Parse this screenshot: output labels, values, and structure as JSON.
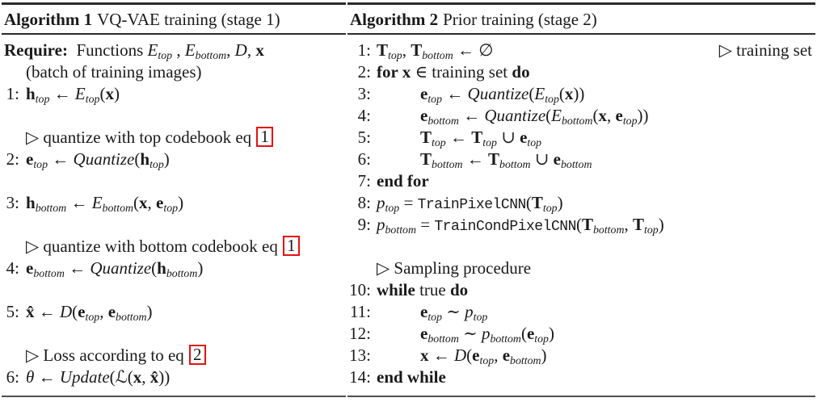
{
  "colors": {
    "text": "#1a1a1a",
    "rule_dark": "#2b2b2b",
    "rule_bottom": "#4f4f4f",
    "eqref_red": "#e11212"
  },
  "algorithms": [
    {
      "title_label": "Algorithm 1",
      "title_rest": "VQ-VAE training (stage 1)",
      "lines": [
        {
          "f": true,
          "s": [
            [
              "bf",
              "Require:"
            ],
            [
              "rm",
              "  Functions "
            ],
            [
              "it",
              "E"
            ],
            [
              "sub",
              "top"
            ],
            [
              "rm",
              " , "
            ],
            [
              "it",
              "E"
            ],
            [
              "sub",
              "bottom"
            ],
            [
              "rm",
              ", "
            ],
            [
              "it",
              "D"
            ],
            [
              "rm",
              ", "
            ],
            [
              "vec",
              "x"
            ]
          ]
        },
        {
          "f": true,
          "i": "b",
          "s": [
            [
              "rm",
              "(batch of training images)"
            ]
          ]
        },
        {
          "n": "1:",
          "s": [
            [
              "vec",
              "h"
            ],
            [
              "sub",
              "top"
            ],
            [
              "rm",
              " ← "
            ],
            [
              "it",
              "E"
            ],
            [
              "sub",
              "top"
            ],
            [
              "rm",
              "("
            ],
            [
              "vec",
              "x"
            ],
            [
              "rm",
              ")"
            ]
          ]
        },
        {
          "b": true
        },
        {
          "c": true,
          "s": [
            [
              "rm",
              "▷ quantize with top codebook eq "
            ],
            [
              "eqref",
              "1"
            ]
          ]
        },
        {
          "n": "2:",
          "s": [
            [
              "vec",
              "e"
            ],
            [
              "sub",
              "top"
            ],
            [
              "rm",
              " ← "
            ],
            [
              "it",
              "Quantize"
            ],
            [
              "rm",
              "("
            ],
            [
              "vec",
              "h"
            ],
            [
              "sub",
              "top"
            ],
            [
              "rm",
              ")"
            ]
          ]
        },
        {
          "b": true
        },
        {
          "n": "3:",
          "s": [
            [
              "vec",
              "h"
            ],
            [
              "sub",
              "bottom"
            ],
            [
              "rm",
              " ← "
            ],
            [
              "it",
              "E"
            ],
            [
              "sub",
              "bottom"
            ],
            [
              "rm",
              "("
            ],
            [
              "vec",
              "x"
            ],
            [
              "rm",
              ", "
            ],
            [
              "vec",
              "e"
            ],
            [
              "sub",
              "top"
            ],
            [
              "rm",
              ")"
            ]
          ]
        },
        {
          "b": true
        },
        {
          "c": true,
          "s": [
            [
              "rm",
              "▷ quantize with bottom codebook eq "
            ],
            [
              "eqref",
              "1"
            ]
          ]
        },
        {
          "n": "4:",
          "s": [
            [
              "vec",
              "e"
            ],
            [
              "sub",
              "bottom"
            ],
            [
              "rm",
              " ← "
            ],
            [
              "it",
              "Quantize"
            ],
            [
              "rm",
              "("
            ],
            [
              "vec",
              "h"
            ],
            [
              "sub",
              "bottom"
            ],
            [
              "rm",
              ")"
            ]
          ]
        },
        {
          "b": true
        },
        {
          "n": "5:",
          "s": [
            [
              "vec",
              "x̂"
            ],
            [
              "rm",
              " ← "
            ],
            [
              "it",
              "D"
            ],
            [
              "rm",
              "("
            ],
            [
              "vec",
              "e"
            ],
            [
              "sub",
              "top"
            ],
            [
              "rm",
              ", "
            ],
            [
              "vec",
              "e"
            ],
            [
              "sub",
              "bottom"
            ],
            [
              "rm",
              ")"
            ]
          ]
        },
        {
          "b": true
        },
        {
          "c": true,
          "s": [
            [
              "rm",
              "▷ Loss according to eq "
            ],
            [
              "eqref",
              "2"
            ]
          ]
        },
        {
          "n": "6:",
          "s": [
            [
              "it",
              "θ"
            ],
            [
              "rm",
              " ← "
            ],
            [
              "it",
              "Update"
            ],
            [
              "rm",
              "("
            ],
            [
              "cal",
              "ℒ"
            ],
            [
              "rm",
              "("
            ],
            [
              "vec",
              "x"
            ],
            [
              "rm",
              ", "
            ],
            [
              "vec",
              "x̂"
            ],
            [
              "rm",
              "))"
            ]
          ]
        }
      ]
    },
    {
      "title_label": "Algorithm 2",
      "title_rest": "Prior training (stage 2)",
      "lines": [
        {
          "n": "1:",
          "s": [
            [
              "vec",
              "T"
            ],
            [
              "sub",
              "top"
            ],
            [
              "rm",
              ", "
            ],
            [
              "vec",
              "T"
            ],
            [
              "sub",
              "bottom"
            ],
            [
              "rm",
              " ← ∅"
            ]
          ],
          "r": [
            [
              "rm",
              "▷ training set"
            ]
          ]
        },
        {
          "n": "2:",
          "s": [
            [
              "bf",
              "for "
            ],
            [
              "vec",
              "x"
            ],
            [
              "rm",
              " ∈ training set "
            ],
            [
              "bf",
              "do"
            ]
          ]
        },
        {
          "n": "3:",
          "i": "1",
          "s": [
            [
              "vec",
              "e"
            ],
            [
              "sub",
              "top"
            ],
            [
              "rm",
              " ← "
            ],
            [
              "it",
              "Quantize"
            ],
            [
              "rm",
              "("
            ],
            [
              "it",
              "E"
            ],
            [
              "sub",
              "top"
            ],
            [
              "rm",
              "("
            ],
            [
              "vec",
              "x"
            ],
            [
              "rm",
              "))"
            ]
          ]
        },
        {
          "n": "4:",
          "i": "1",
          "s": [
            [
              "vec",
              "e"
            ],
            [
              "sub",
              "bottom"
            ],
            [
              "rm",
              " ← "
            ],
            [
              "it",
              "Quantize"
            ],
            [
              "rm",
              "("
            ],
            [
              "it",
              "E"
            ],
            [
              "sub",
              "bottom"
            ],
            [
              "rm",
              "("
            ],
            [
              "vec",
              "x"
            ],
            [
              "rm",
              ", "
            ],
            [
              "vec",
              "e"
            ],
            [
              "sub",
              "top"
            ],
            [
              "rm",
              "))"
            ]
          ]
        },
        {
          "n": "5:",
          "i": "1",
          "s": [
            [
              "vec",
              "T"
            ],
            [
              "sub",
              "top"
            ],
            [
              "rm",
              " ← "
            ],
            [
              "vec",
              "T"
            ],
            [
              "sub",
              "top"
            ],
            [
              "rm",
              " ∪ "
            ],
            [
              "vec",
              "e"
            ],
            [
              "sub",
              "top"
            ]
          ]
        },
        {
          "n": "6:",
          "i": "1",
          "s": [
            [
              "vec",
              "T"
            ],
            [
              "sub",
              "bottom"
            ],
            [
              "rm",
              " ← "
            ],
            [
              "vec",
              "T"
            ],
            [
              "sub",
              "bottom"
            ],
            [
              "rm",
              " ∪ "
            ],
            [
              "vec",
              "e"
            ],
            [
              "sub",
              "bottom"
            ]
          ]
        },
        {
          "n": "7:",
          "s": [
            [
              "bf",
              "end for"
            ]
          ]
        },
        {
          "n": "8:",
          "s": [
            [
              "it",
              "p"
            ],
            [
              "sub",
              "top"
            ],
            [
              "rm",
              " = "
            ],
            [
              "tt",
              "TrainPixelCNN"
            ],
            [
              "rm",
              "("
            ],
            [
              "vec",
              "T"
            ],
            [
              "sub",
              "top"
            ],
            [
              "rm",
              ")"
            ]
          ]
        },
        {
          "n": "9:",
          "s": [
            [
              "it",
              "p"
            ],
            [
              "sub",
              "bottom"
            ],
            [
              "rm",
              " = "
            ],
            [
              "tt",
              "TrainCondPixelCNN"
            ],
            [
              "rm",
              "("
            ],
            [
              "vec",
              "T"
            ],
            [
              "sub",
              "bottom"
            ],
            [
              "rm",
              ", "
            ],
            [
              "vec",
              "T"
            ],
            [
              "sub",
              "top"
            ],
            [
              "rm",
              ")"
            ]
          ]
        },
        {
          "b": true
        },
        {
          "c": true,
          "s": [
            [
              "rm",
              "▷ Sampling procedure"
            ]
          ]
        },
        {
          "n": "10:",
          "s": [
            [
              "bf",
              "while"
            ],
            [
              "rm",
              " true "
            ],
            [
              "bf",
              "do"
            ]
          ]
        },
        {
          "n": "11:",
          "i": "1",
          "s": [
            [
              "vec",
              "e"
            ],
            [
              "sub",
              "top"
            ],
            [
              "rm",
              " ∼ "
            ],
            [
              "it",
              "p"
            ],
            [
              "sub",
              "top"
            ]
          ]
        },
        {
          "n": "12:",
          "i": "1",
          "s": [
            [
              "vec",
              "e"
            ],
            [
              "sub",
              "bottom"
            ],
            [
              "rm",
              " ∼ "
            ],
            [
              "it",
              "p"
            ],
            [
              "sub",
              "bottom"
            ],
            [
              "rm",
              "("
            ],
            [
              "vec",
              "e"
            ],
            [
              "sub",
              "top"
            ],
            [
              "rm",
              ")"
            ]
          ]
        },
        {
          "n": "13:",
          "i": "1",
          "s": [
            [
              "vec",
              "x"
            ],
            [
              "rm",
              " ← "
            ],
            [
              "it",
              "D"
            ],
            [
              "rm",
              "("
            ],
            [
              "vec",
              "e"
            ],
            [
              "sub",
              "top"
            ],
            [
              "rm",
              ", "
            ],
            [
              "vec",
              "e"
            ],
            [
              "sub",
              "bottom"
            ],
            [
              "rm",
              ")"
            ]
          ]
        },
        {
          "n": "14:",
          "s": [
            [
              "bf",
              "end while"
            ]
          ]
        }
      ]
    }
  ]
}
